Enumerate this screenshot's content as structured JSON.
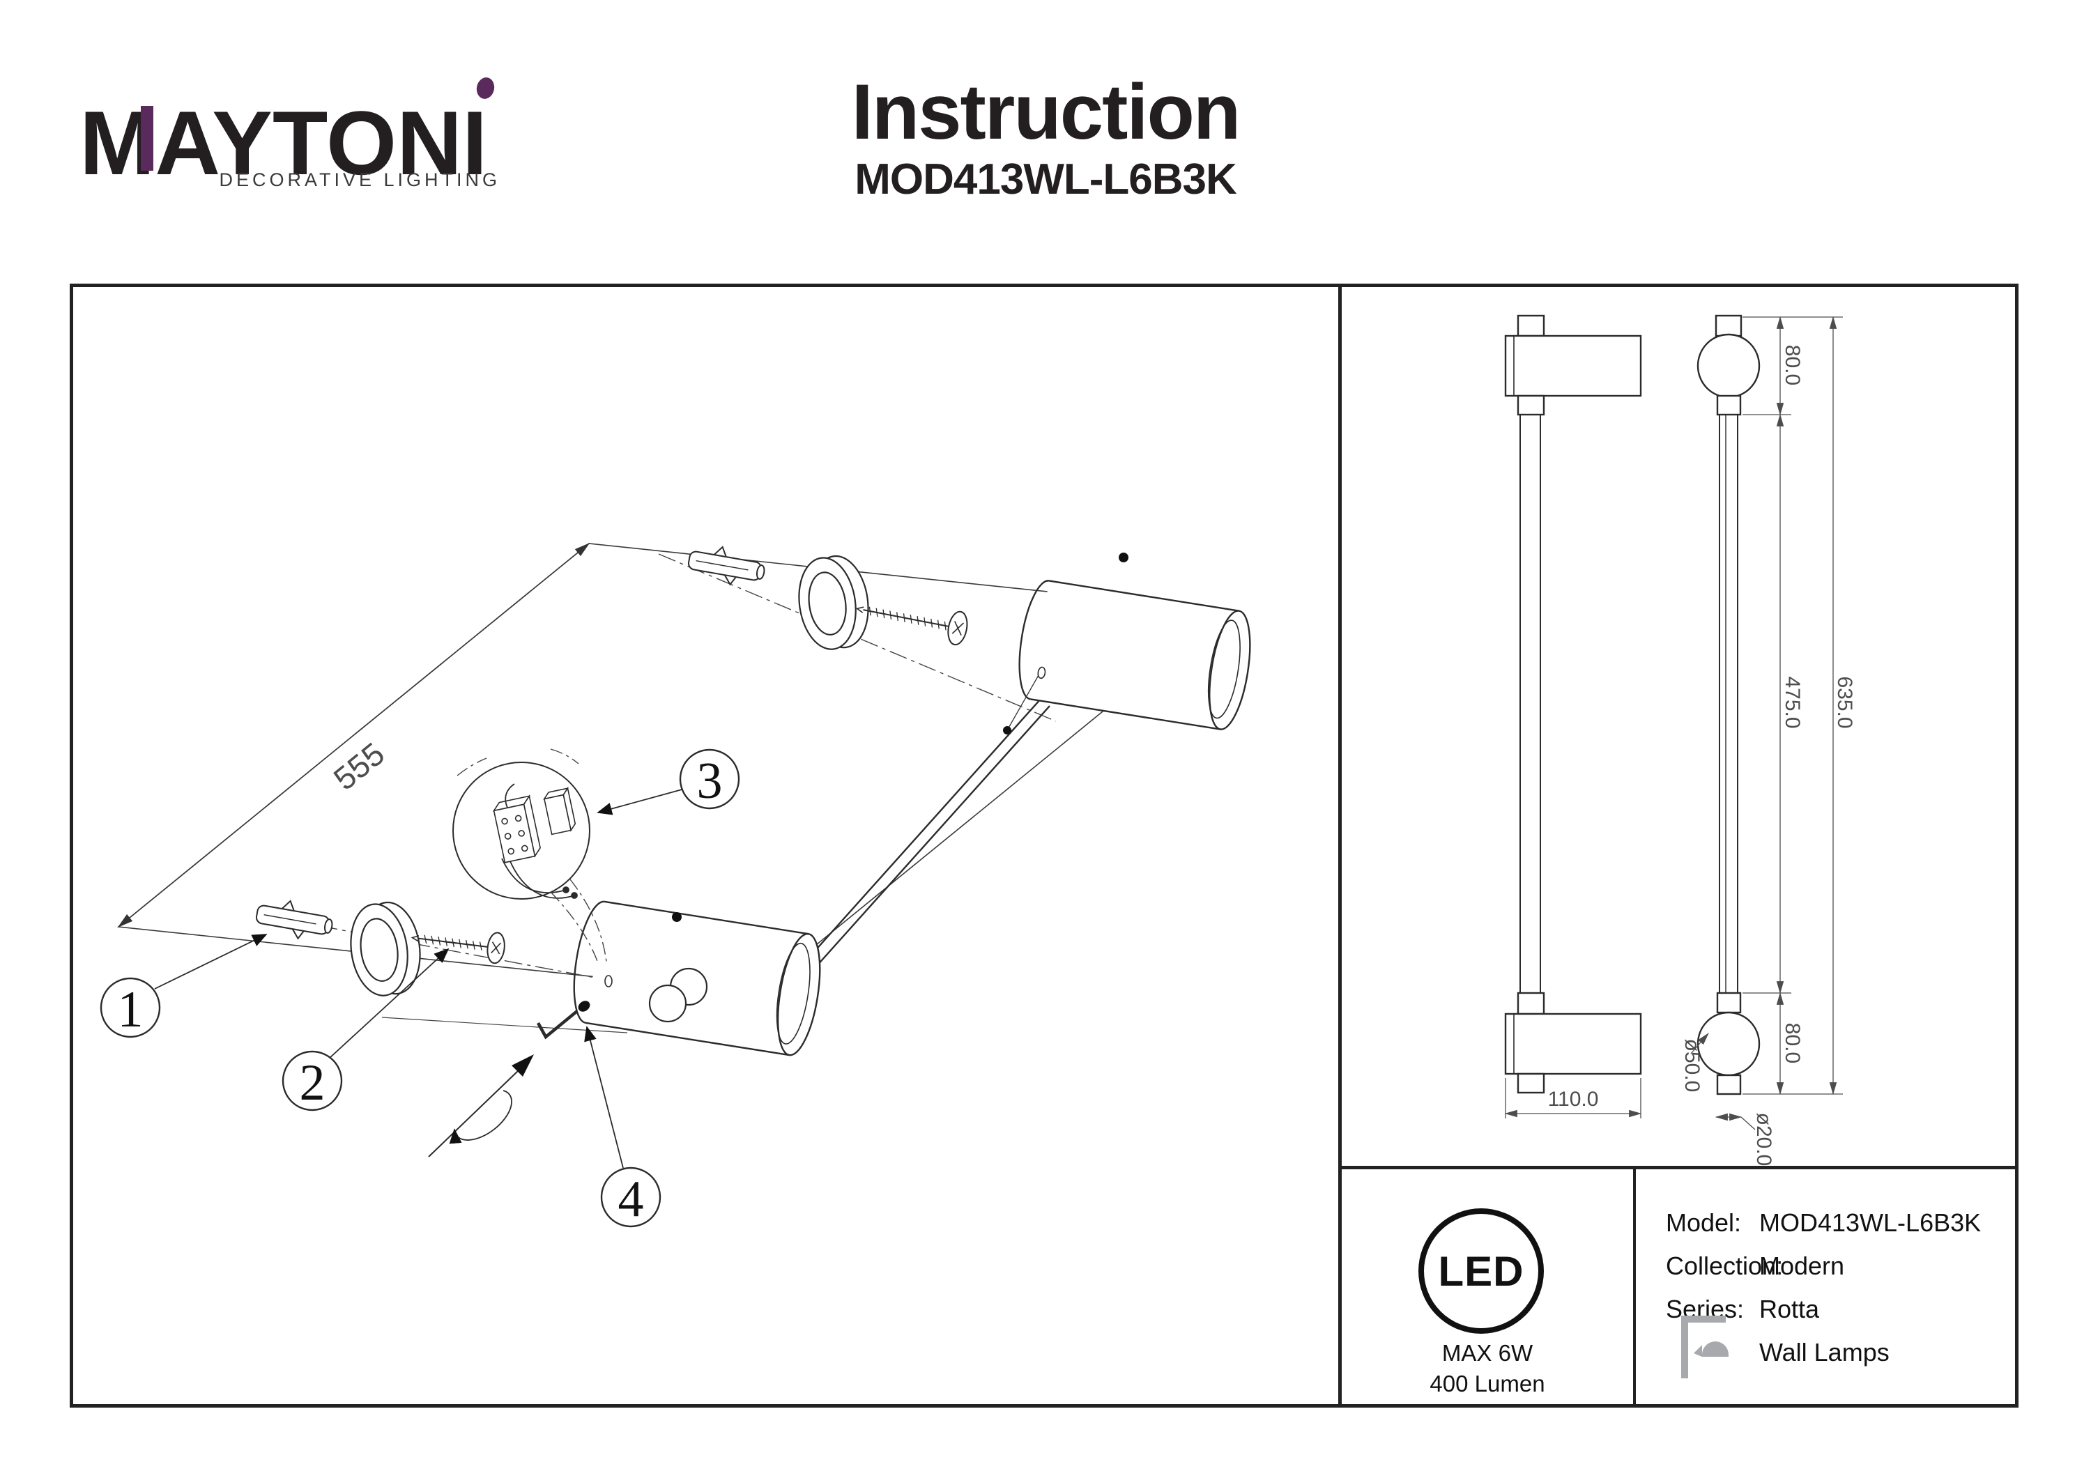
{
  "logo": {
    "wordmark": "MAYTONI",
    "tagline": "DECORATIVE LIGHTING",
    "accent_color": "#5b2a5c",
    "text_color": "#231f20"
  },
  "header": {
    "title": "Instruction",
    "model": "MOD413WL-L6B3K"
  },
  "exploded_view": {
    "wall_width_dim": "555",
    "balloons": [
      "1",
      "2",
      "3",
      "4"
    ]
  },
  "dimension_view": {
    "top_head_height": "80.0",
    "rod_length": "475.0",
    "total_height": "635.0",
    "bottom_head_height": "80.0",
    "base_width": "110.0",
    "ball_diameter": "ø50.0",
    "rod_diameter": "ø20.0"
  },
  "spec_panel": {
    "led_badge": {
      "text": "LED",
      "max_power": "MAX 6W",
      "luminous_flux": "400 Lumen"
    },
    "table": {
      "rows": [
        {
          "label": "Model:",
          "value": "MOD413WL-L6B3K"
        },
        {
          "label": "Collection:",
          "value": "Modern"
        },
        {
          "label": "Series:",
          "value": "Rotta"
        },
        {
          "label": "",
          "value": "Wall Lamps"
        }
      ]
    },
    "icon_color": "#a7a9ac"
  },
  "drawing": {
    "line_color": "#2b2b2b",
    "dim_color": "#4d4d4d"
  }
}
